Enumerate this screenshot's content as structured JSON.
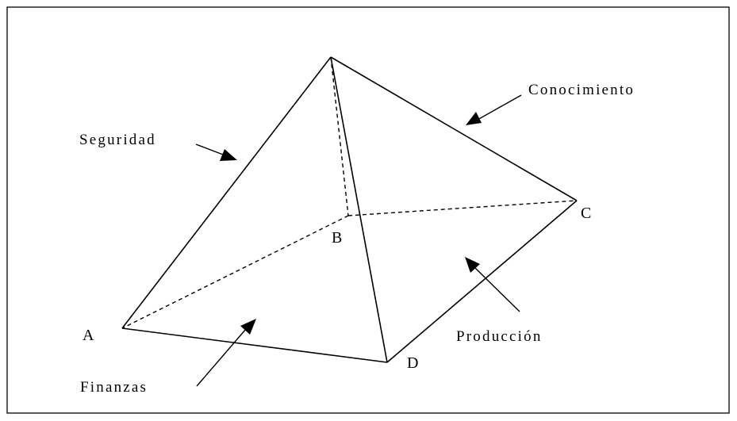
{
  "vertices": {
    "a": "A",
    "b": "B",
    "c": "C",
    "d": "D"
  },
  "labels": {
    "seguridad": "Seguridad",
    "conocimiento": "Conocimiento",
    "finanzas": "Finanzas",
    "produccion": "Producción"
  }
}
